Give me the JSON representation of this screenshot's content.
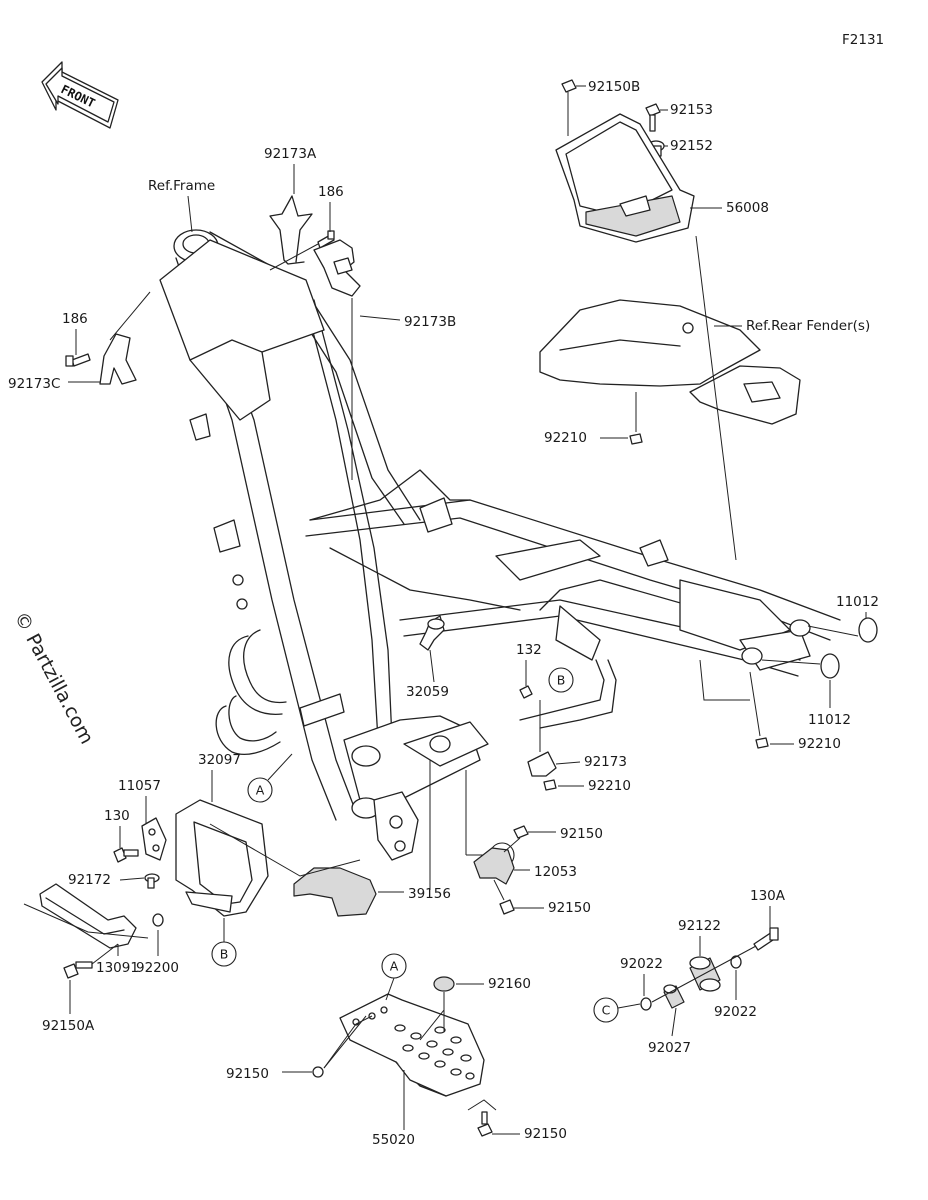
{
  "diagram_id": "F2131",
  "front_arrow_label": "FRONT",
  "watermark": "© Partzilla.com",
  "reference_labels": {
    "frame": "Ref.Frame",
    "rear_fender": "Ref.Rear Fender(s)"
  },
  "reference_letters": [
    "A",
    "B",
    "C"
  ],
  "part_labels": {
    "p92150b": "92150B",
    "p92153": "92153",
    "p92152": "92152",
    "p56008": "56008",
    "p92173a": "92173A",
    "p186_top": "186",
    "p92173b": "92173B",
    "p186_left": "186",
    "p92173c": "92173C",
    "p92210_top": "92210",
    "p11012_top": "11012",
    "p11012_bottom": "11012",
    "p92210_right": "92210",
    "p132": "132",
    "p32059": "32059",
    "p92173": "92173",
    "p92210_mid": "92210",
    "p32097": "32097",
    "p11057": "11057",
    "p130": "130",
    "p92172": "92172",
    "p92150_mid": "92150",
    "p12053": "12053",
    "p92150_mid2": "92150",
    "p39156": "39156",
    "p92200": "92200",
    "p13091": "13091",
    "p92150a": "92150A",
    "p130a": "130A",
    "p92122": "92122",
    "p92022_left": "92022",
    "p92022_right": "92022",
    "p92027": "92027",
    "p92160": "92160",
    "p92150_plate": "92150",
    "p55020": "55020",
    "p92150_bottom": "92150"
  }
}
